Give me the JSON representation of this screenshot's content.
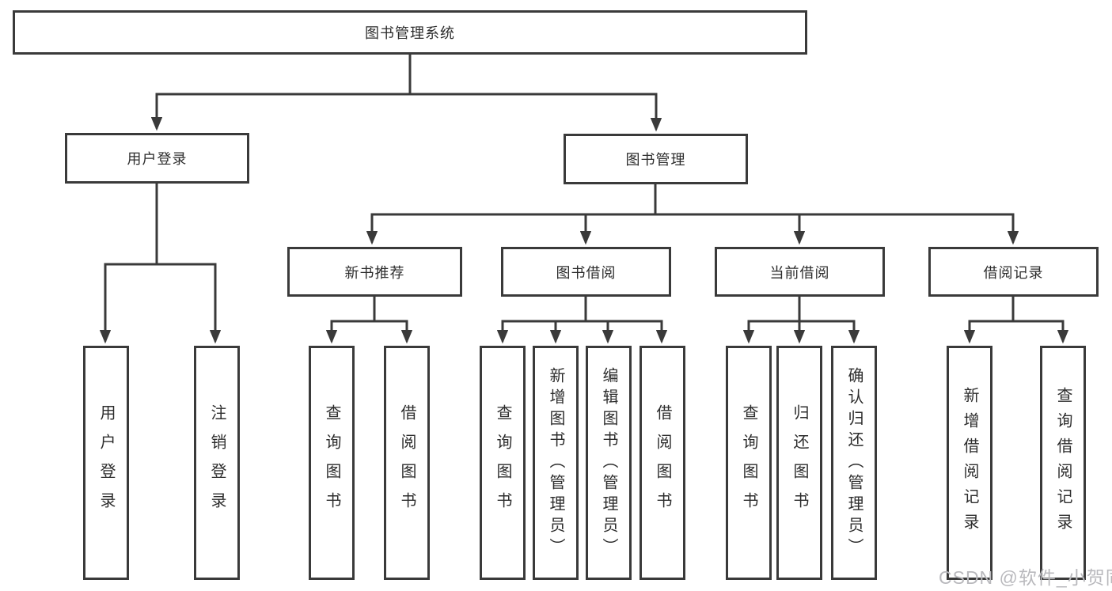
{
  "nodes": {
    "root": {
      "label": "图书管理系统"
    },
    "level2": [
      {
        "id": "user-login",
        "label": "用户登录"
      },
      {
        "id": "book-management",
        "label": "图书管理"
      }
    ],
    "level3": [
      {
        "id": "new-book-recommend",
        "label": "新书推荐",
        "parent": "图书管理"
      },
      {
        "id": "book-borrow",
        "label": "图书借阅",
        "parent": "图书管理"
      },
      {
        "id": "current-borrow",
        "label": "当前借阅",
        "parent": "图书管理"
      },
      {
        "id": "borrow-records",
        "label": "借阅记录",
        "parent": "图书管理"
      }
    ],
    "leaves": [
      {
        "id": "user-login-action",
        "label": "用户登录",
        "parent": "用户登录"
      },
      {
        "id": "logout-action",
        "label": "注销登录",
        "parent": "用户登录"
      },
      {
        "id": "query-books-recommend",
        "label": "查询图书",
        "parent": "新书推荐"
      },
      {
        "id": "borrow-books-recommend",
        "label": "借阅图书",
        "parent": "新书推荐"
      },
      {
        "id": "query-books-borrow",
        "label": "查询图书",
        "parent": "图书借阅"
      },
      {
        "id": "add-books-admin",
        "label": "新增图书（管理员）",
        "parent": "图书借阅"
      },
      {
        "id": "edit-books-admin",
        "label": "编辑图书（管理员）",
        "parent": "图书借阅"
      },
      {
        "id": "borrow-books-borrow",
        "label": "借阅图书",
        "parent": "图书借阅"
      },
      {
        "id": "query-books-current",
        "label": "查询图书",
        "parent": "当前借阅"
      },
      {
        "id": "return-books",
        "label": "归还图书",
        "parent": "当前借阅"
      },
      {
        "id": "confirm-return-admin",
        "label": "确认归还（管理员）",
        "parent": "当前借阅"
      },
      {
        "id": "add-borrow-record",
        "label": "新增借阅记录",
        "parent": "借阅记录"
      },
      {
        "id": "query-borrow-record",
        "label": "查询借阅记录",
        "parent": "借阅记录"
      }
    ]
  },
  "watermark": {
    "text": "CSDN @软件_小贺同学"
  },
  "colors": {
    "line": "#3a3a3a",
    "text": "#2d2d2d",
    "background": "#ffffff",
    "watermark": "#b9b9bd"
  }
}
